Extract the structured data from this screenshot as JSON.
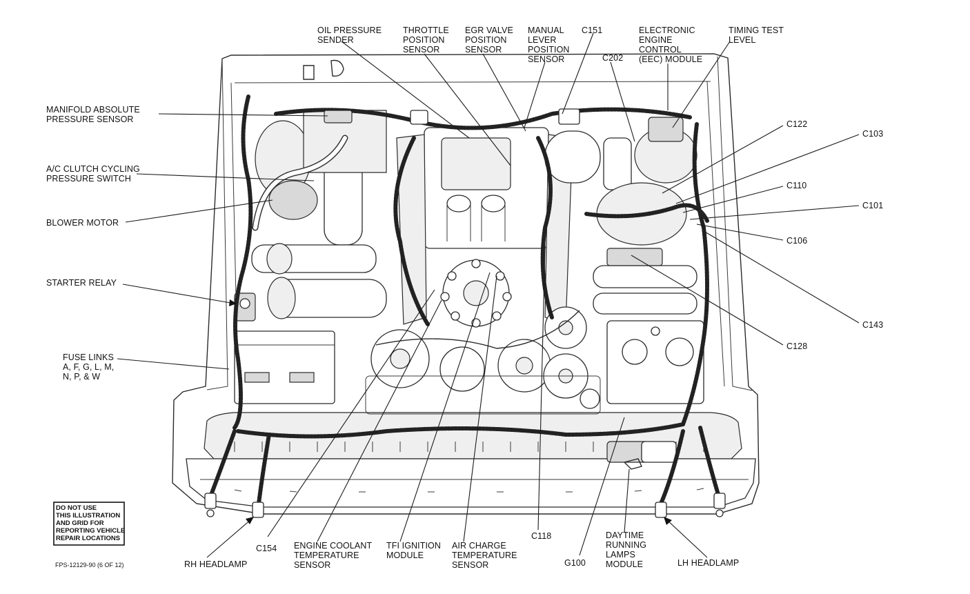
{
  "labels": {
    "oil_pressure_sender": [
      "OIL PRESSURE",
      "SENDER"
    ],
    "throttle_position_sensor": [
      "THROTTLE",
      "POSITION",
      "SENSOR"
    ],
    "egr_valve_position_sensor": [
      "EGR VALVE",
      "POSITION",
      "SENSOR"
    ],
    "manual_lever_position_sensor": [
      "MANUAL",
      "LEVER",
      "POSITION",
      "SENSOR"
    ],
    "c151": "C151",
    "c202": "C202",
    "eec_module": [
      "ELECTRONIC",
      "ENGINE",
      "CONTROL",
      "(EEC) MODULE"
    ],
    "timing_test_level": [
      "TIMING TEST",
      "LEVEL"
    ],
    "manifold_absolute_pressure_sensor": [
      "MANIFOLD ABSOLUTE",
      "PRESSURE SENSOR"
    ],
    "ac_clutch_cycling_pressure_switch": [
      "A/C CLUTCH CYCLING",
      "PRESSURE SWITCH"
    ],
    "blower_motor": "BLOWER MOTOR",
    "starter_relay": "STARTER RELAY",
    "fuse_links": [
      "FUSE LINKS",
      "A, F, G, L, M,",
      "N, P, & W"
    ],
    "c122": "C122",
    "c103": "C103",
    "c110": "C110",
    "c101": "C101",
    "c106": "C106",
    "c143": "C143",
    "c128": "C128",
    "c154": "C154",
    "c118": "C118",
    "engine_coolant_temperature_sensor": [
      "ENGINE COOLANT",
      "TEMPERATURE",
      "SENSOR"
    ],
    "tfi_ignition_module": [
      "TFI IGNITION",
      "MODULE"
    ],
    "air_charge_temperature_sensor": [
      "AIR CHARGE",
      "TEMPERATURE",
      "SENSOR"
    ],
    "g100": "G100",
    "daytime_running_lamps_module": [
      "DAYTIME",
      "RUNNING",
      "LAMPS",
      "MODULE"
    ],
    "rh_headlamp": "RH HEADLAMP",
    "lh_headlamp": "LH HEADLAMP"
  },
  "notice": [
    "DO NOT USE",
    "THIS ILLUSTRATION",
    "AND GRID FOR",
    "REPORTING VEHICLE",
    "REPAIR LOCATIONS"
  ],
  "figure_code": "FPS-12129-90 (6 OF 12)",
  "colors": {
    "ink": "#111111",
    "paper": "#ffffff"
  }
}
